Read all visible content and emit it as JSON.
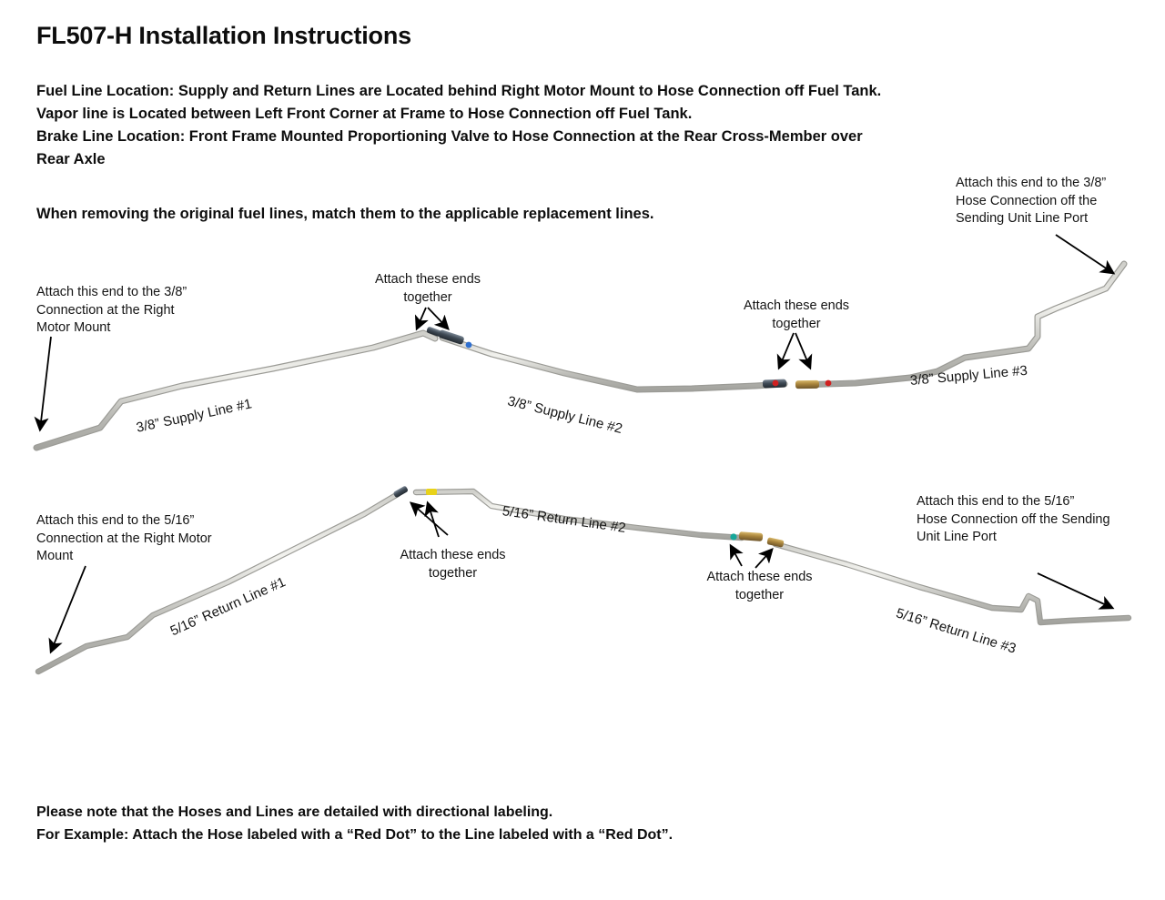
{
  "document": {
    "title": "FL507-H Installation Instructions",
    "intro_lines": [
      "Fuel Line Location:  Supply and Return Lines are Located behind Right Motor Mount to Hose Connection off Fuel Tank.",
      "Vapor line is Located between Left Front Corner at Frame to Hose Connection off Fuel Tank.",
      "Brake Line Location: Front Frame Mounted Proportioning Valve to Hose Connection at the Rear Cross-Member over",
      "Rear Axle"
    ],
    "emphasis": "When removing the original fuel lines, match them to the applicable replacement lines.",
    "footer_lines": [
      "Please note that the Hoses and Lines are detailed with directional labeling.",
      "For Example: Attach the Hose labeled with a “Red Dot” to the Line labeled with a “Red Dot”."
    ]
  },
  "callouts": {
    "supply_left": [
      "Attach this end to the 3/8”",
      "Connection at the Right",
      "Motor Mount"
    ],
    "supply_right": [
      "Attach this end to the 3/8”",
      "Hose Connection off the",
      "Sending Unit Line Port"
    ],
    "supply_joint_1": [
      "Attach these ends",
      "together"
    ],
    "supply_joint_2": [
      "Attach these ends",
      "together"
    ],
    "return_left": [
      "Attach this end to the 5/16”",
      "Connection at the Right Motor",
      "Mount"
    ],
    "return_right": [
      "Attach this end to the 5/16”",
      "Hose Connection off the Sending",
      "Unit Line Port"
    ],
    "return_joint_1": [
      "Attach these ends",
      "together"
    ],
    "return_joint_2": [
      "Attach these ends",
      "together"
    ]
  },
  "line_labels": {
    "supply_1": "3/8” Supply Line #1",
    "supply_2": "3/8” Supply Line #2",
    "supply_3": "3/8” Supply Line #3",
    "return_1": "5/16” Return Line #1",
    "return_2": "5/16” Return Line #2",
    "return_3": "5/16” Return Line #3"
  },
  "markers": {
    "supply_joint_1_dot": "blue-dot",
    "supply_joint_2_dot_left": "red-dot",
    "supply_joint_2_dot_right": "red-dot",
    "return_joint_1_dot": "yellow-dot",
    "return_joint_2_dot": "teal-dot"
  },
  "colors": {
    "tube": "#b9b9b4",
    "tube_highlight": "#e8e8e4",
    "fitting_dark": "#4a5560",
    "fitting_brass": "#a8843c",
    "red_dot": "#d02020",
    "blue_dot": "#2f6fd0",
    "yellow_dot": "#e8d21a",
    "teal_dot": "#17a79a",
    "text": "#111111",
    "arrow": "#000000"
  }
}
